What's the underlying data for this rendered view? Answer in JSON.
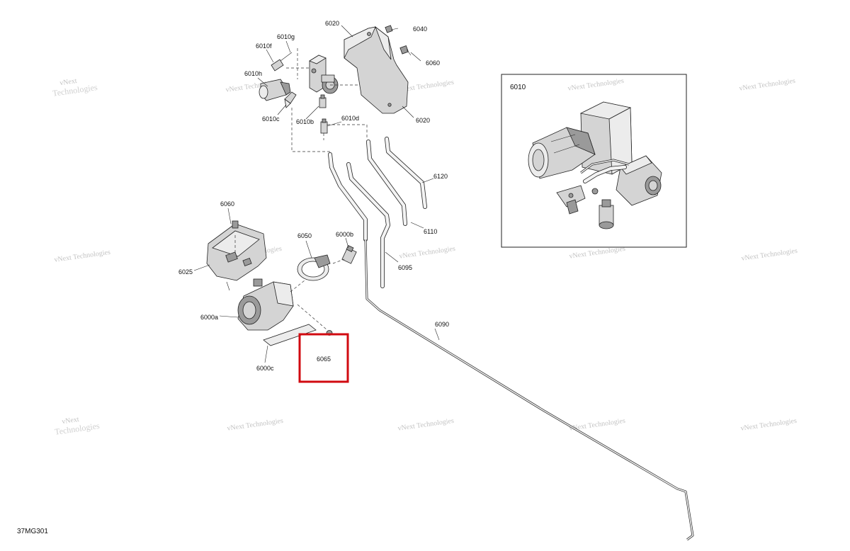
{
  "diagram_id": "37MG301",
  "watermark": {
    "line1": "vNext",
    "line2": "Technologies",
    "single": "vNext Technologies"
  },
  "inset": {
    "title": "6010"
  },
  "highlighted_part": "6065",
  "callouts": {
    "c6020a": "6020",
    "c6040": "6040",
    "c6010g": "6010g",
    "c6010f": "6010f",
    "c6060a": "6060",
    "c6010h": "6010h",
    "c6020b": "6020",
    "c6010c": "6010c",
    "c6010b": "6010b",
    "c6010d": "6010d",
    "c6120": "6120",
    "c6110": "6110",
    "c6060b": "6060",
    "c6050": "6050",
    "c6000b": "6000b",
    "c6095": "6095",
    "c6025": "6025",
    "c6000a": "6000a",
    "c6090": "6090",
    "c6065": "6065",
    "c6000c": "6000c"
  },
  "colors": {
    "highlight": "#d10a10",
    "line": "#222222",
    "part_fill": "#d4d4d4",
    "watermark": "#b8b8b8"
  }
}
